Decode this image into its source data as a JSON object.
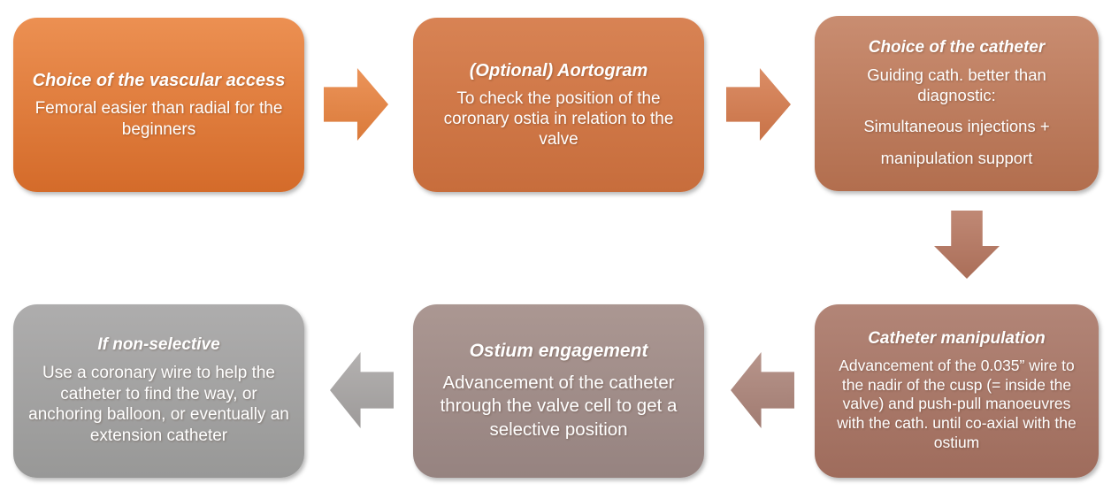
{
  "flowchart": {
    "steps": [
      {
        "title": "Choice of the vascular access",
        "body": [
          "Femoral easier than radial for the beginners"
        ]
      },
      {
        "title": "(Optional) Aortogram",
        "body": [
          "To check the position of the coronary ostia in relation to the valve"
        ]
      },
      {
        "title": "Choice of the catheter",
        "body": [
          "Guiding cath. better than diagnostic:",
          "Simultaneous injections +",
          "manipulation support"
        ]
      },
      {
        "title": "Catheter manipulation",
        "body": [
          "Advancement of the 0.035” wire to the nadir of the cusp (= inside the valve) and push-pull manoeuvres with the cath. until co-axial with the ostium"
        ]
      },
      {
        "title": "Ostium engagement",
        "body": [
          "Advancement of the catheter through the valve cell to get a selective position"
        ]
      },
      {
        "title": "If non-selective",
        "body": [
          "Use a coronary wire to help the catheter to find the way, or anchoring balloon, or eventually an extension catheter"
        ]
      }
    ],
    "arrows": [
      {
        "from": 1,
        "to": 2,
        "direction": "right"
      },
      {
        "from": 2,
        "to": 3,
        "direction": "right"
      },
      {
        "from": 3,
        "to": 4,
        "direction": "down"
      },
      {
        "from": 4,
        "to": 5,
        "direction": "left"
      },
      {
        "from": 5,
        "to": 6,
        "direction": "left"
      }
    ],
    "colors": {
      "box1_top": "#ec9052",
      "box1_bottom": "#d46b2a",
      "arrow1": "#e8823e",
      "box2_top": "#d88354",
      "box2_bottom": "#c76d3c",
      "arrow2": "#d57a4c",
      "box3_top": "#c98d71",
      "box3_bottom": "#b26e4e",
      "arrow3": "#b5755e",
      "box4_top": "#b28577",
      "box4_bottom": "#9f6c5c",
      "arrow4": "#ab8378",
      "box5_top": "#ab9792",
      "box5_bottom": "#968380",
      "arrow5": "#a7a4a3",
      "box6_top": "#aeadad",
      "box6_bottom": "#989897",
      "text": "#ffffff"
    }
  }
}
